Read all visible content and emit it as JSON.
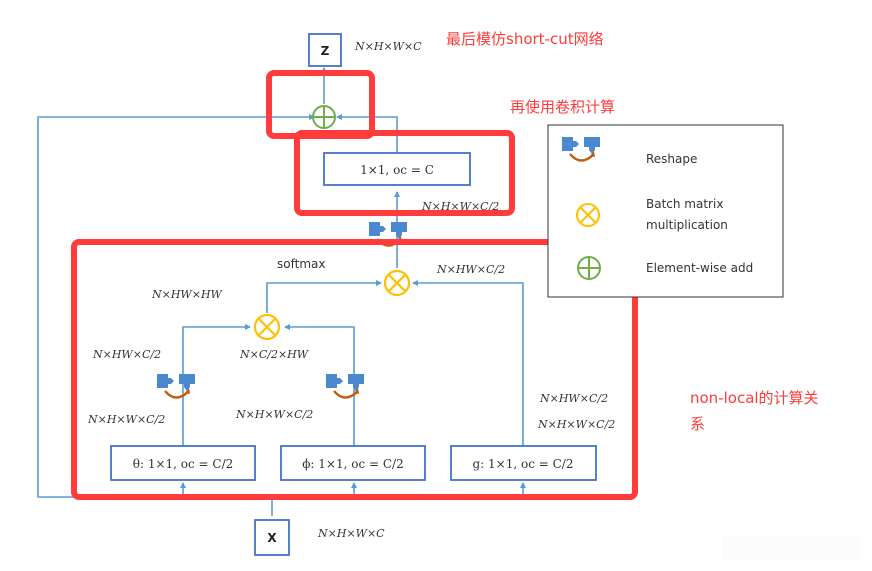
{
  "annotations": {
    "shortcut": "最后模仿short-cut网络",
    "conv": "再使用卷积计算",
    "nonlocal_line1": "non-local的计算关",
    "nonlocal_line2": "系"
  },
  "nodes": {
    "z": "Z",
    "x": "X",
    "out_conv": "1×1, oc = C",
    "theta": "θ: 1×1, oc = C/2",
    "phi": "ϕ: 1×1, oc = C/2",
    "g": "g: 1×1, oc = C/2"
  },
  "dims": {
    "z_shape": "N×H×W×C",
    "x_shape": "N×H×W×C",
    "out_conv_in": "N×H×W×C/2",
    "g_reshaped": "N×HW×C/2",
    "attn": "N×HW×HW",
    "theta_reshaped": "N×HW×C/2",
    "phi_reshaped": "N×C/2×HW",
    "theta_raw": "N×H×W×C/2",
    "phi_raw": "N×H×W×C/2",
    "g_reshaped_right": "N×HW×C/2",
    "g_raw": "N×H×W×C/2"
  },
  "labels": {
    "softmax": "softmax"
  },
  "legend": {
    "items": [
      {
        "icon": "reshape-icon",
        "label": "Reshape"
      },
      {
        "icon": "batch-matmul-icon",
        "label_line1": "Batch matrix",
        "label_line2": "multiplication"
      },
      {
        "icon": "element-add-icon",
        "label": "Element-wise add"
      }
    ]
  },
  "colors": {
    "line": "#5b9bd5",
    "box_border": "#4472c4",
    "highlight": "#ff3b3b",
    "matmul": "#ffc000",
    "add": "#70ad47",
    "reshape_block": "#4a89d0",
    "reshape_arrow": "#c55a11"
  }
}
